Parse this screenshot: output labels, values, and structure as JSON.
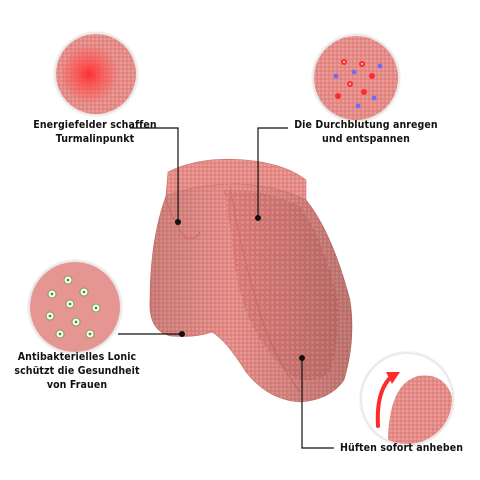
{
  "callouts": {
    "tourmaline": {
      "line1": "Energiefelder schaffen",
      "line2": "Turmalinpunkt"
    },
    "circulation": {
      "line1": "Die Durchblutung anregen",
      "line2": "und entspannen"
    },
    "antibacterial": {
      "line1": "Antibakterielles Lonic",
      "line2": "schützt die Gesundheit",
      "line3": "von Frauen"
    },
    "lift": {
      "line1": "Hüften sofort anheben"
    }
  },
  "colors": {
    "fabric": "#e58a86",
    "fabric_dark": "#cf6f6b",
    "accent_red": "#ff2b2b",
    "leader_line": "#111111"
  },
  "icons": [
    "tourmaline-heat-icon",
    "blood-circulation-icon",
    "antibacterial-icon",
    "lift-arrow-icon"
  ]
}
